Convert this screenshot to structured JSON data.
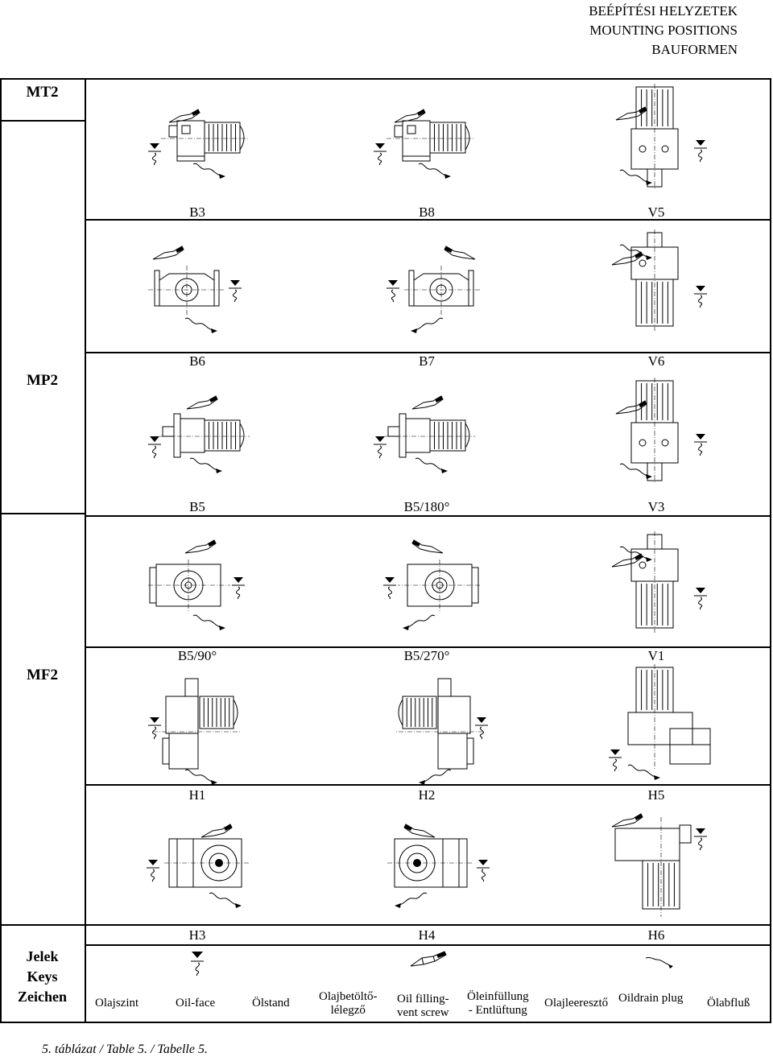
{
  "header": {
    "line1": "BEÉPÍTÉSI HELYZETEK",
    "line2": "MOUNTING POSITIONS",
    "line3": "BAUFORMEN"
  },
  "groups": {
    "mt2": "MT2",
    "mp2": "MP2",
    "mf2": "MF2"
  },
  "positions": {
    "r1": [
      "B3",
      "B8",
      "V5"
    ],
    "r2": [
      "B6",
      "B7",
      "V6"
    ],
    "r3": [
      "B5",
      "B5/180°",
      "V3"
    ],
    "r4": [
      "B5/90°",
      "B5/270°",
      "V1"
    ],
    "r5": [
      "H1",
      "H2",
      "H5"
    ],
    "r6": [
      "H3",
      "H4",
      "H6"
    ]
  },
  "keys": {
    "title1": "Jelek",
    "title2": "Keys",
    "title3": "Zeichen",
    "oil_level": [
      "Olajszint",
      "Oil-face",
      "Ölstand"
    ],
    "oil_filling_hu": "Olajbetöltő-\nlélegző",
    "oil_filling_en": "Oil filling-\nvent screw",
    "oil_filling_de": "Öleinfüllung\n- Entlüftung",
    "oil_drain": [
      "Olajleeresztő",
      "Oildrain plug",
      "Ölabfluß"
    ]
  },
  "table_caption": "5. táblázat / Table 5. / Tabelle 5."
}
